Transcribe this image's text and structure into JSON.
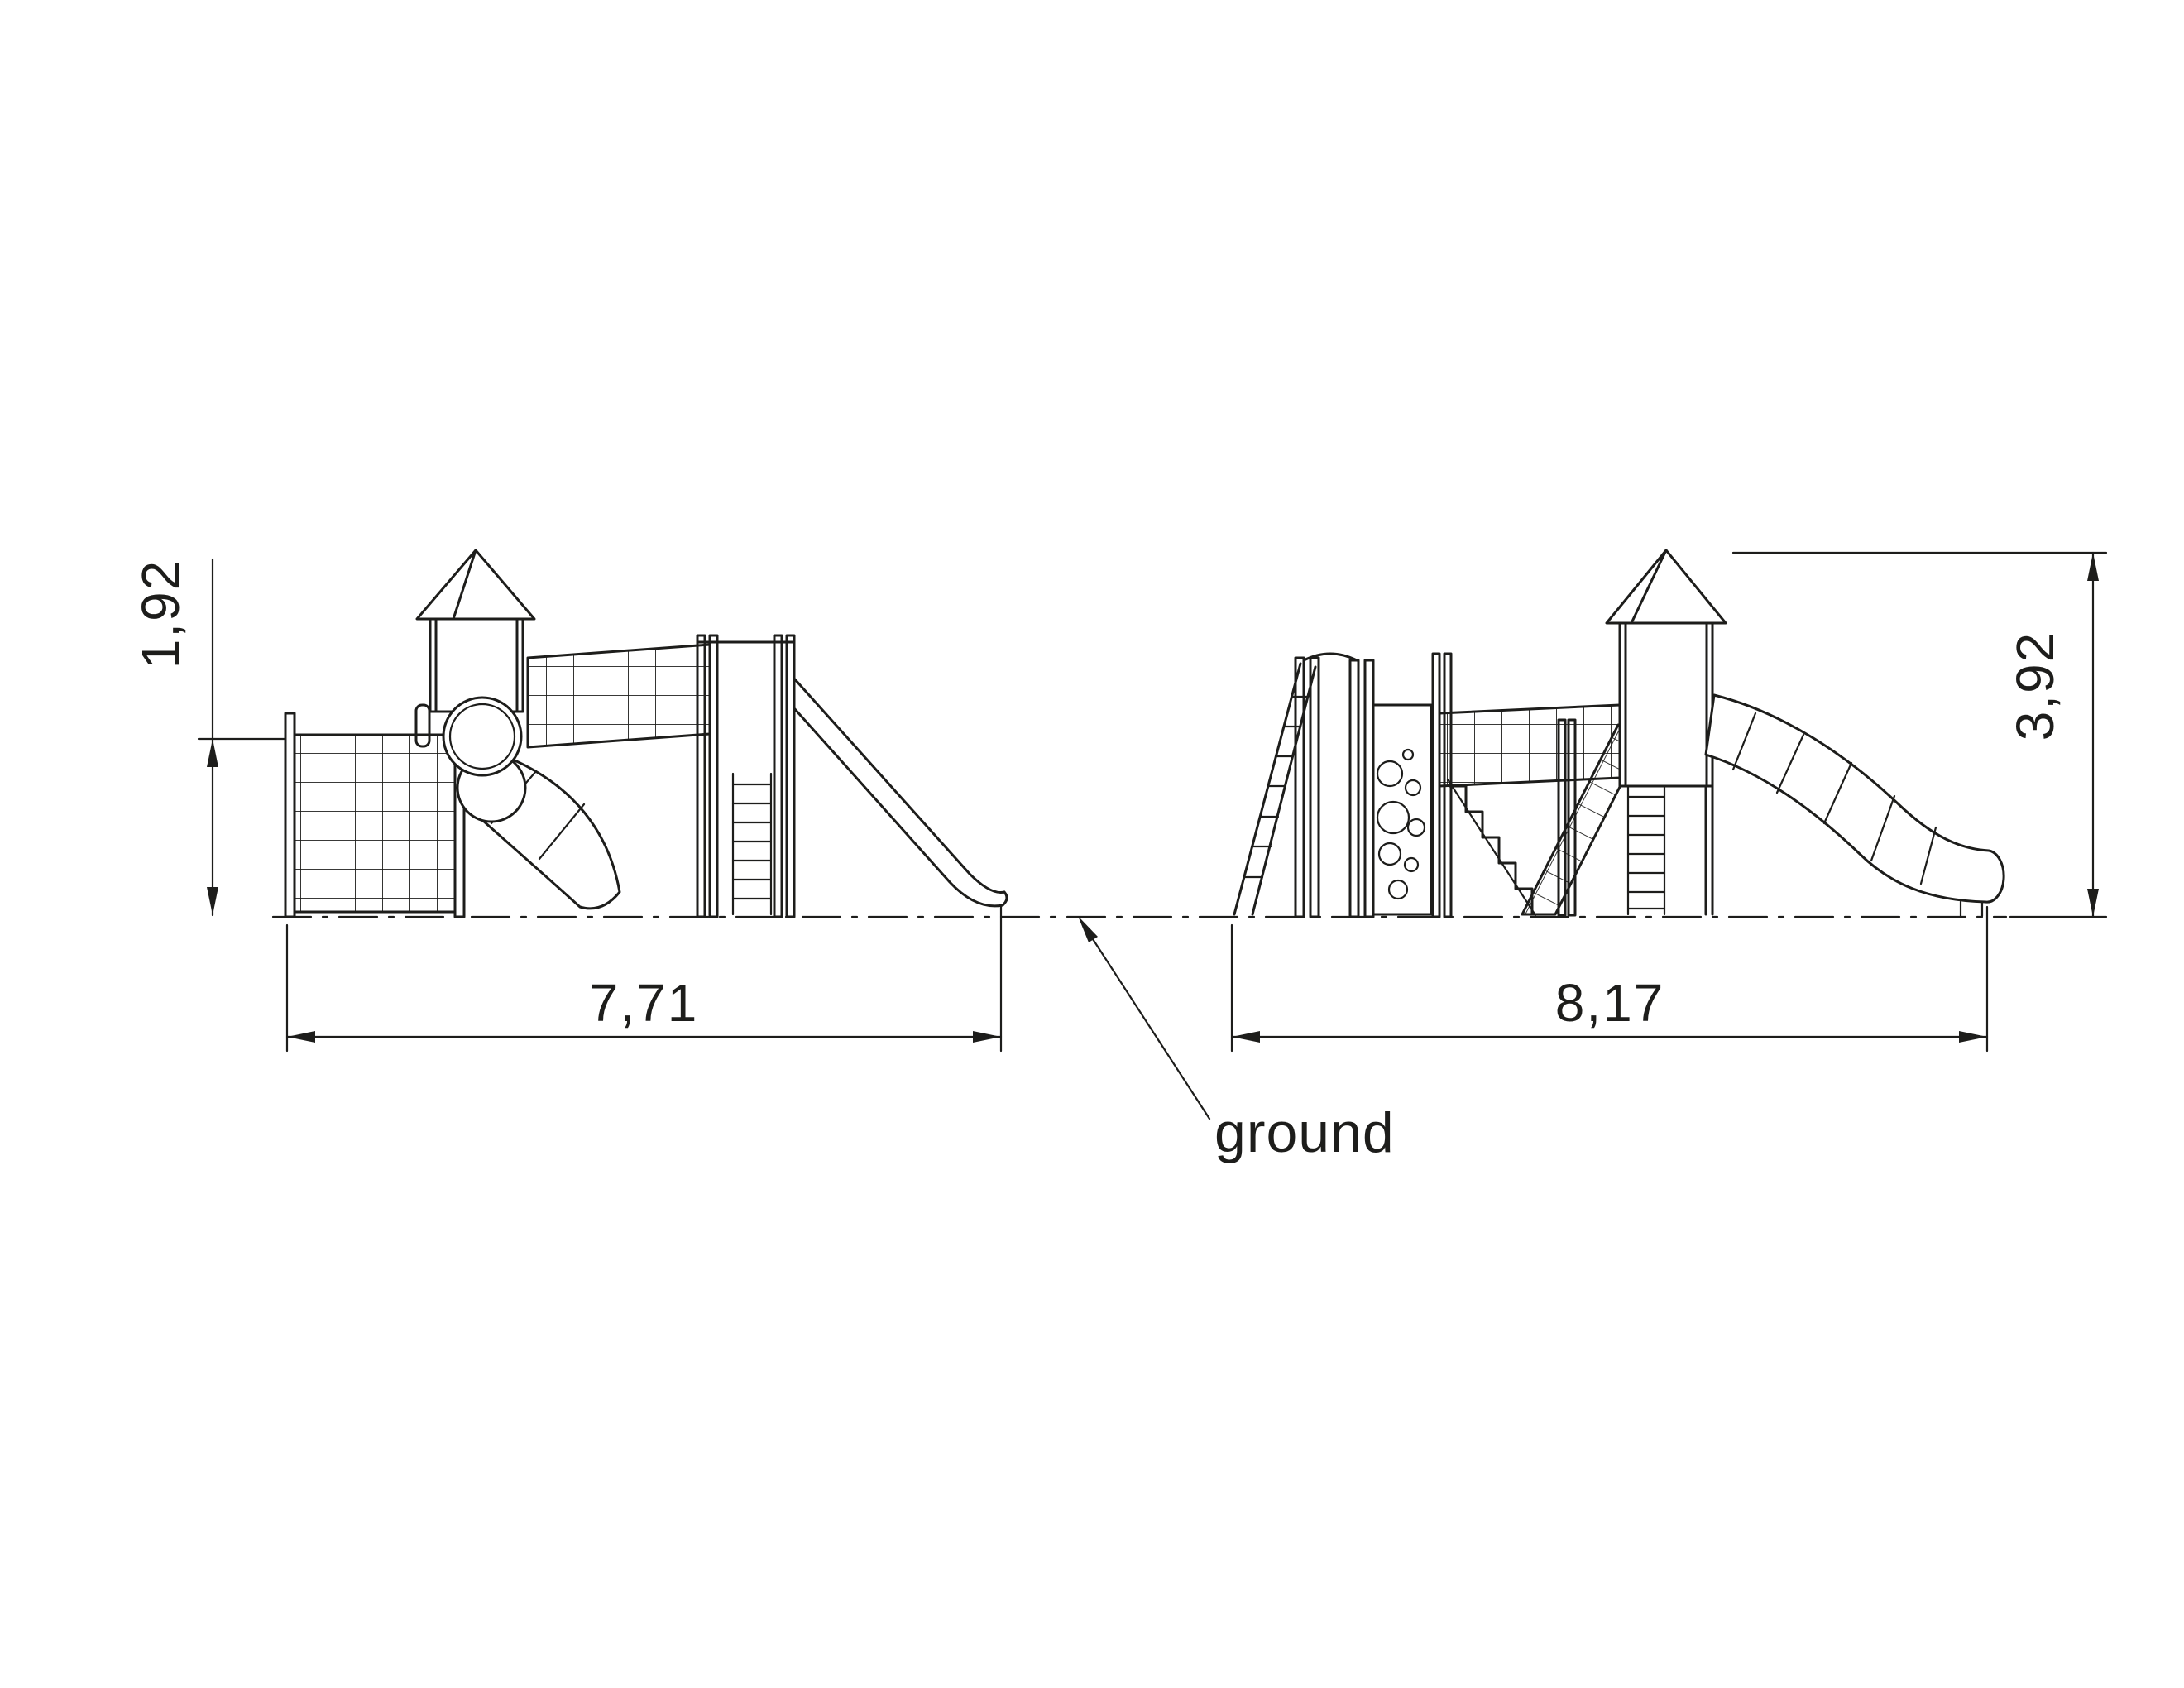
{
  "page": {
    "background": "#ffffff",
    "line_color": "#1d1d1b"
  },
  "views": {
    "front_elevation": {
      "height_dimension": "1,92",
      "width_dimension": "7,71"
    },
    "side_elevation": {
      "height_dimension": "3,92",
      "width_dimension": "8,17"
    }
  },
  "labels": {
    "ground": "ground"
  }
}
